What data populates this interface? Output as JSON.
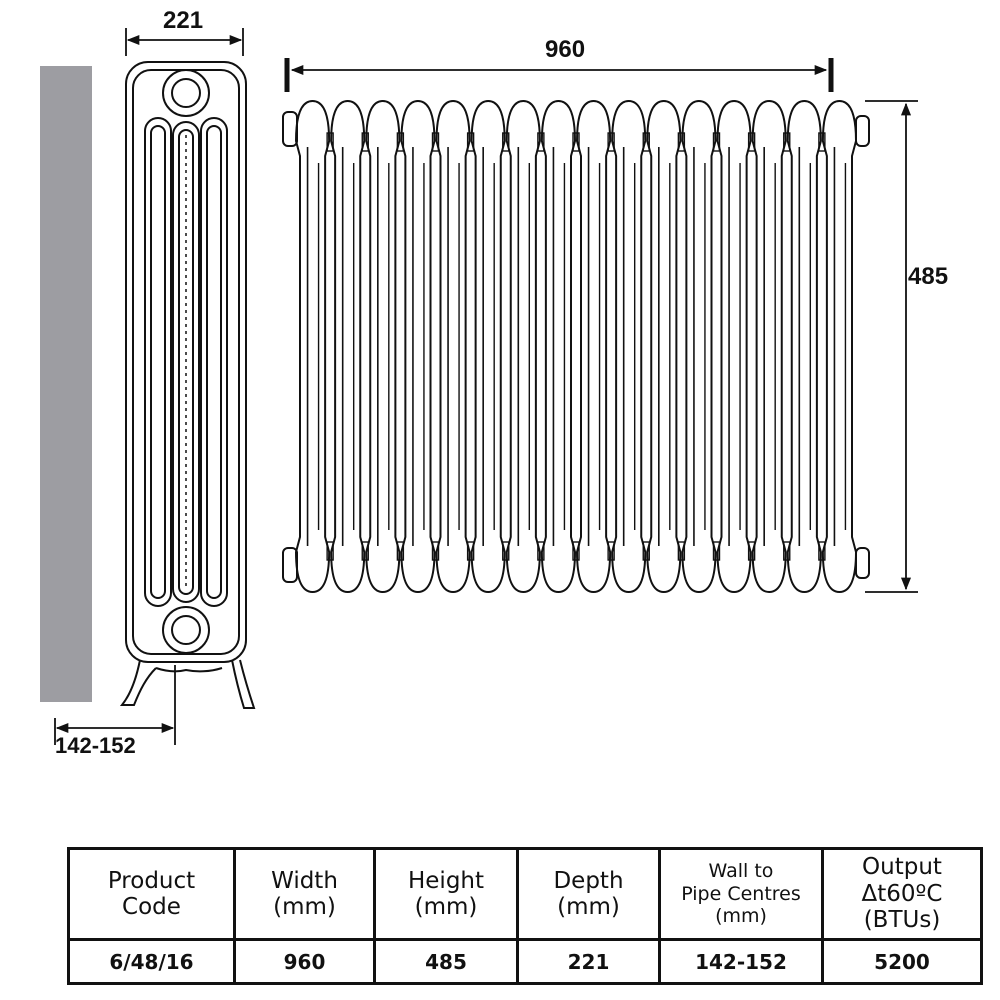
{
  "dimensions": {
    "depth": "221",
    "width": "960",
    "height": "485",
    "wall_to_pipe": "142-152"
  },
  "table": {
    "headers": [
      {
        "lines": [
          "Product",
          "Code"
        ]
      },
      {
        "lines": [
          "Width",
          "(mm)"
        ]
      },
      {
        "lines": [
          "Height",
          "(mm)"
        ]
      },
      {
        "lines": [
          "Depth",
          "(mm)"
        ]
      },
      {
        "lines": [
          "Wall to",
          "Pipe Centres",
          "(mm)"
        ]
      },
      {
        "lines": [
          "Output",
          "Δt60ºC",
          "(BTUs)"
        ]
      }
    ],
    "row": [
      "6/48/16",
      "960",
      "485",
      "221",
      "142-152",
      "5200"
    ]
  },
  "colors": {
    "line": "#111111",
    "wall": "#9d9da2"
  }
}
